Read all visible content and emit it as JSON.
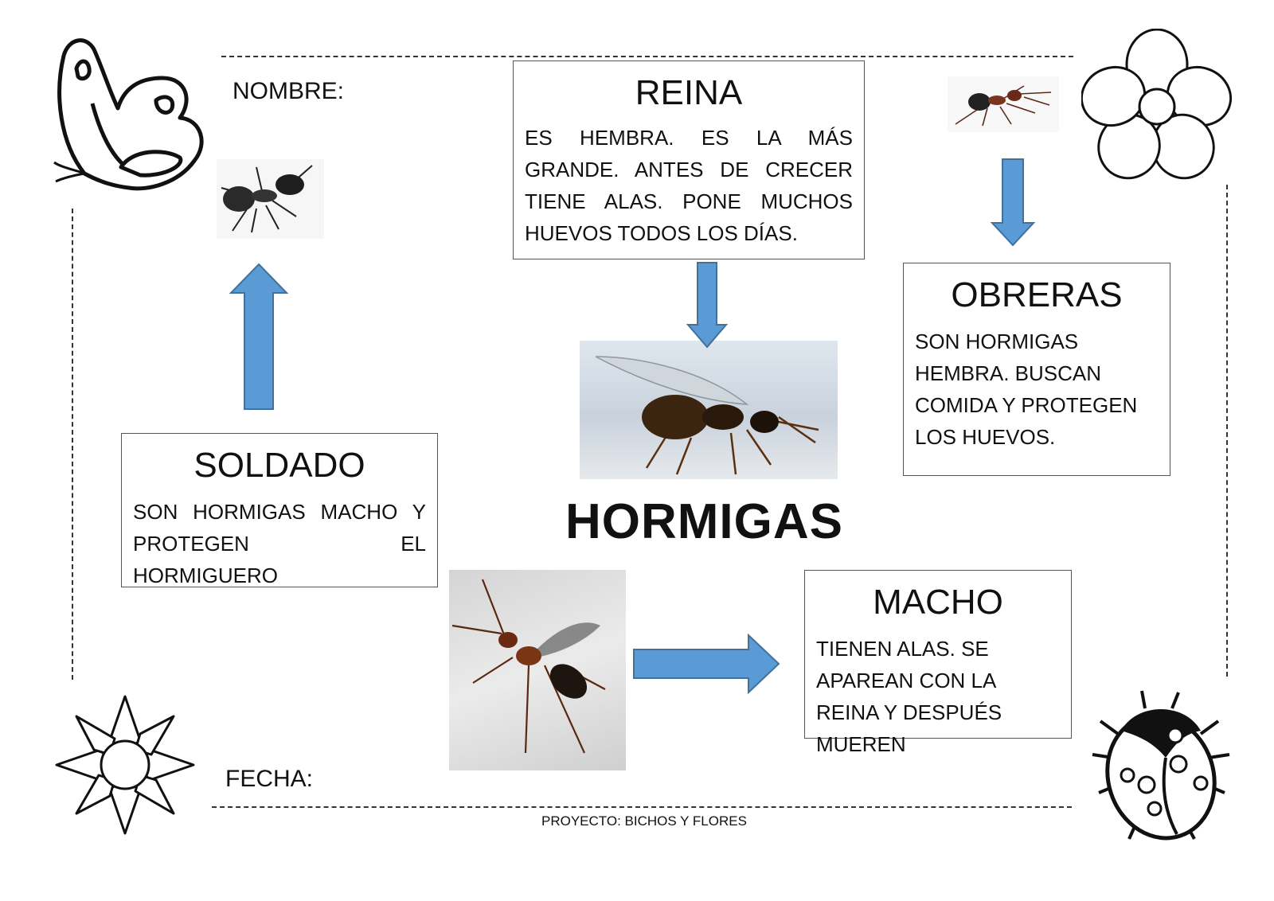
{
  "header": {
    "name_label": "NOMBRE:",
    "date_label": "FECHA:"
  },
  "main_title": "HORMIGAS",
  "cards": {
    "reina": {
      "title": "REINA",
      "text": "ES HEMBRA. ES LA MÁS GRANDE. ANTES DE CRECER TIENE ALAS. PONE MUCHOS HUEVOS TODOS LOS DÍAS."
    },
    "obreras": {
      "title": "OBRERAS",
      "text": "SON HORMIGAS HEMBRA. BUSCAN COMIDA Y PROTEGEN LOS HUEVOS."
    },
    "soldado": {
      "title": "SOLDADO",
      "text": "SON HORMIGAS MACHO Y PROTEGEN EL HORMIGUERO"
    },
    "macho": {
      "title": "MACHO",
      "text": "TIENEN ALAS. SE APAREAN CON LA REINA Y DESPUÉS MUEREN"
    }
  },
  "footer": {
    "project": "PROYECTO: BICHOS Y FLORES"
  },
  "colors": {
    "arrow": "#5b9bd5",
    "arrow_stroke": "#41719c",
    "border": "#555555"
  },
  "icons": [
    "butterfly-icon",
    "flower-icon",
    "ladybug-icon",
    "ant-photo"
  ]
}
